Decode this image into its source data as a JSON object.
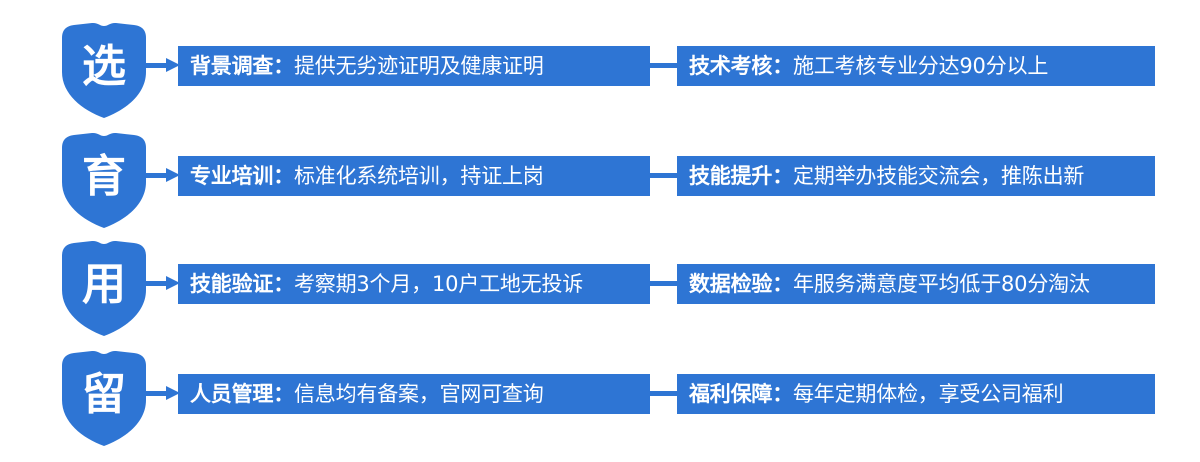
{
  "diagram": {
    "title_semantic": "staff-lifecycle-flow",
    "accent_color": "#2E75D4",
    "background_color": "#FFFFFF",
    "text_color": "#FFFFFF",
    "rows": [
      {
        "badge": "选",
        "left": {
          "label": "背景调查：",
          "desc": "提供无劣迹证明及健康证明"
        },
        "right": {
          "label": "技术考核：",
          "desc": "施工考核专业分达90分以上"
        }
      },
      {
        "badge": "育",
        "left": {
          "label": "专业培训：",
          "desc": "标准化系统培训，持证上岗"
        },
        "right": {
          "label": "技能提升：",
          "desc": "定期举办技能交流会，推陈出新"
        }
      },
      {
        "badge": "用",
        "left": {
          "label": "技能验证：",
          "desc": "考察期3个月，10户工地无投诉"
        },
        "right": {
          "label": "数据检验：",
          "desc": "年服务满意度平均低于80分淘汰"
        }
      },
      {
        "badge": "留",
        "left": {
          "label": "人员管理：",
          "desc": "信息均有备案，官网可查询"
        },
        "right": {
          "label": "福利保障：",
          "desc": "每年定期体检，享受公司福利"
        }
      }
    ]
  }
}
